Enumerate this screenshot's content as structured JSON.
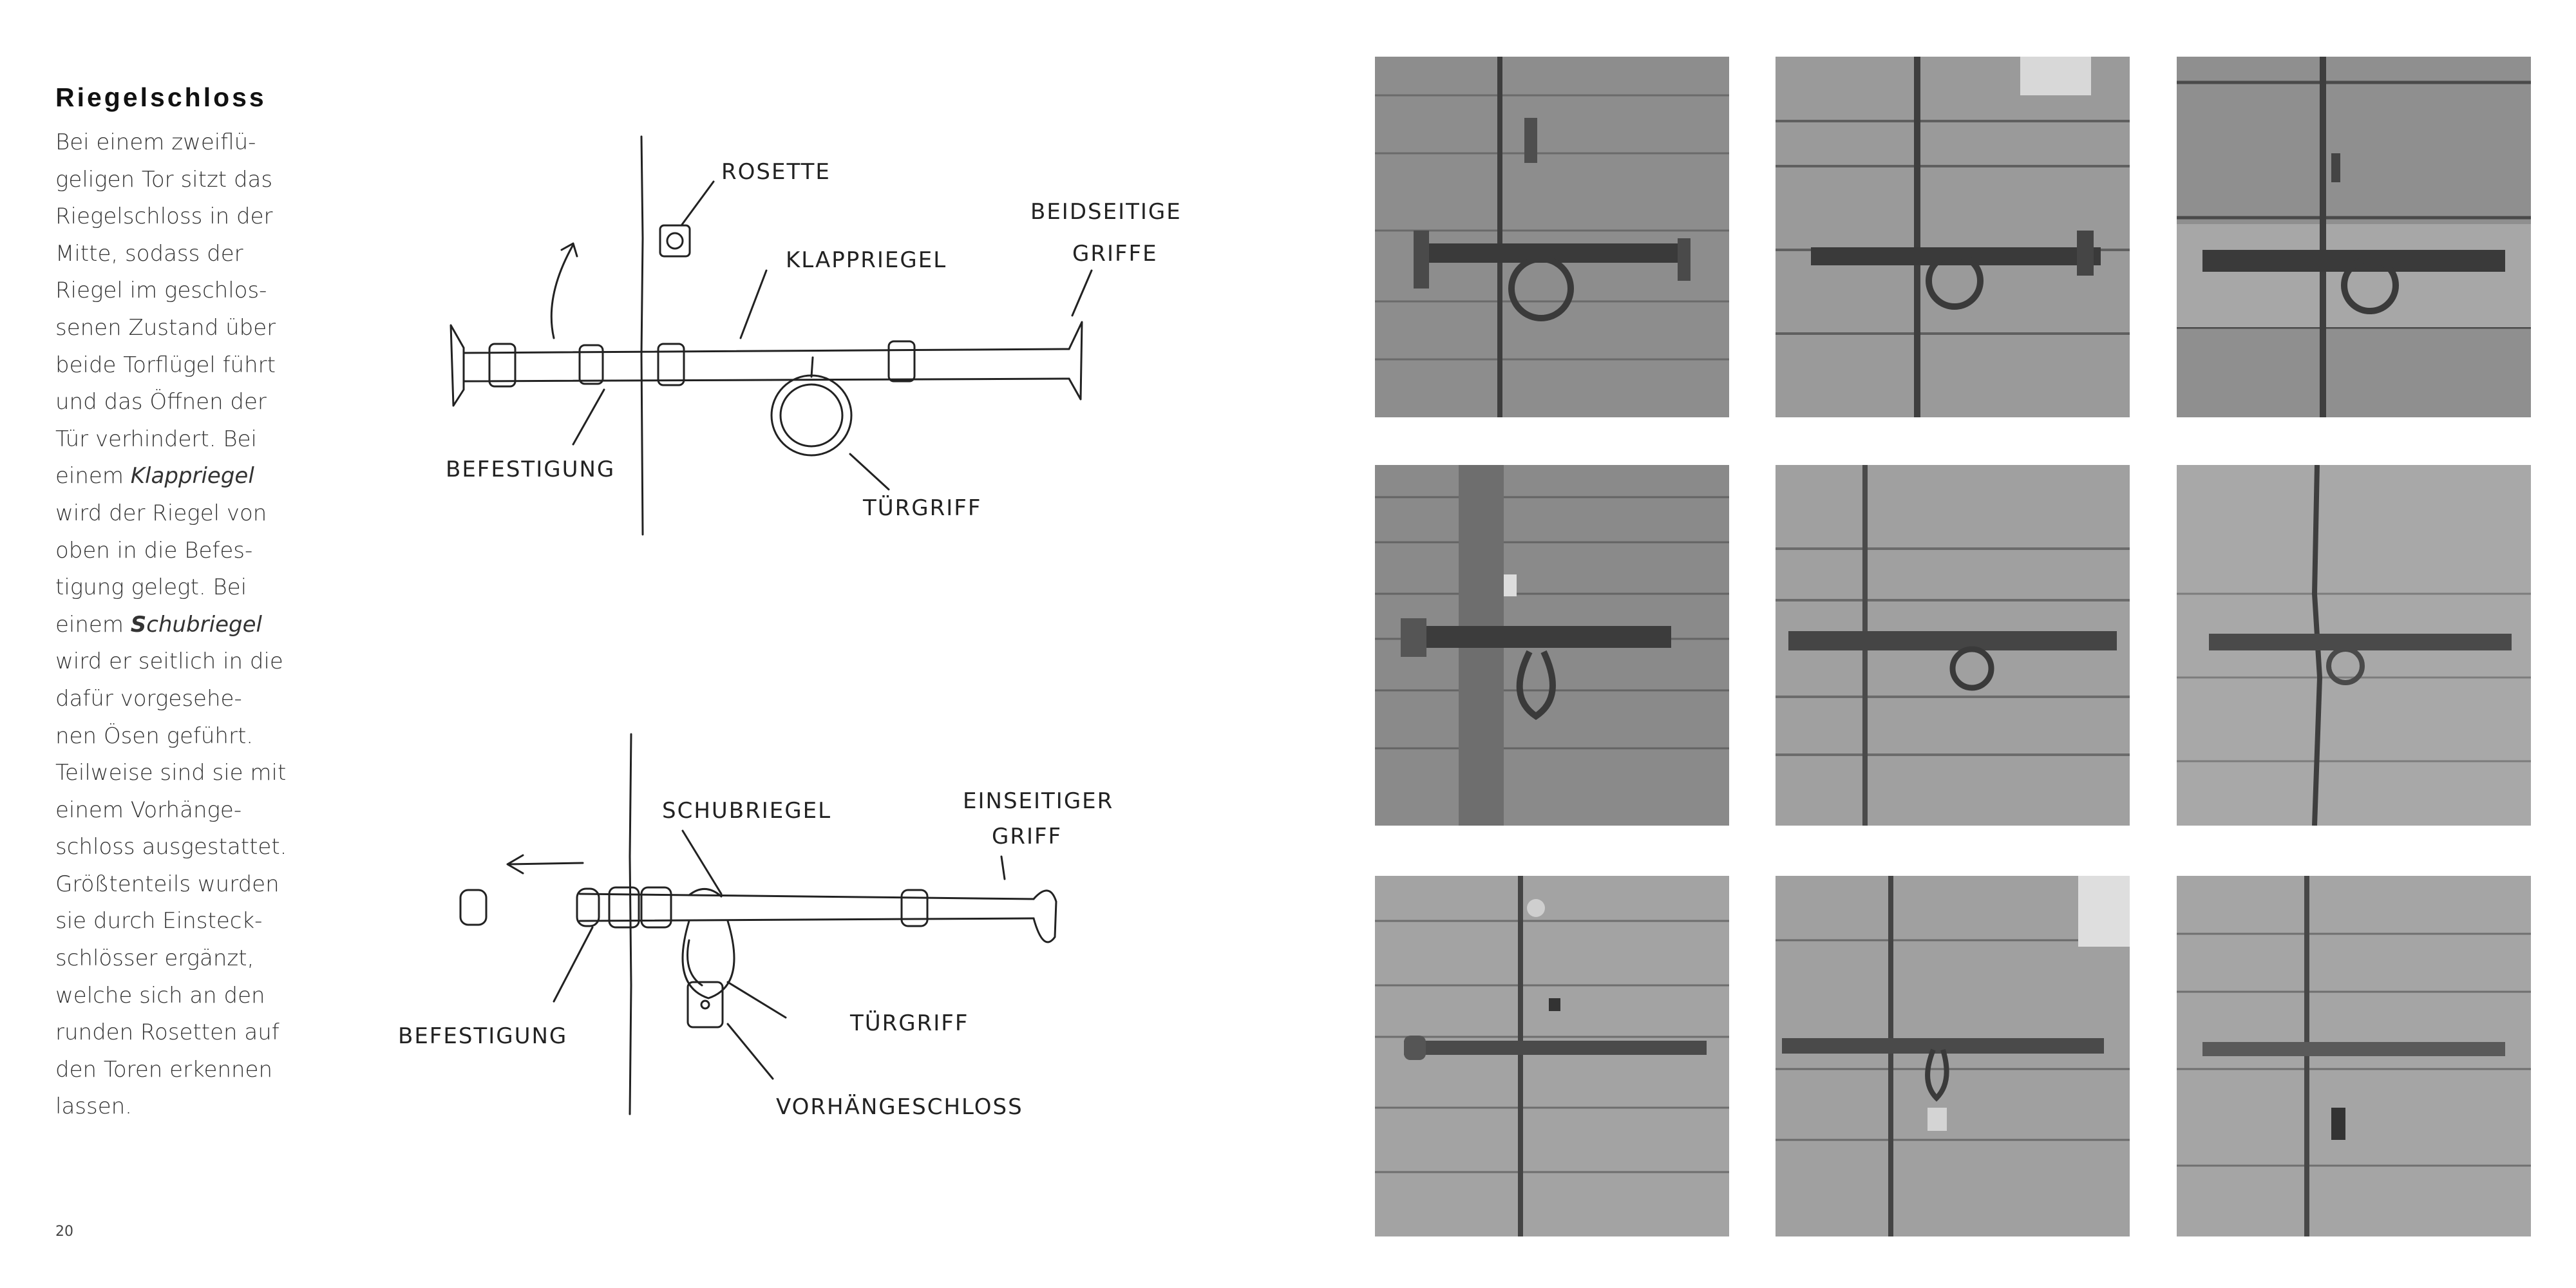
{
  "section": {
    "title": "Riegelschloss",
    "lines": [
      {
        "parts": [
          {
            "t": "Bei einem zweiflü-"
          }
        ]
      },
      {
        "parts": [
          {
            "t": "geligen Tor sitzt das"
          }
        ]
      },
      {
        "parts": [
          {
            "t": "Riegelschloss in der"
          }
        ]
      },
      {
        "parts": [
          {
            "t": "Mitte, sodass der"
          }
        ]
      },
      {
        "parts": [
          {
            "t": "Riegel im geschlos-"
          }
        ]
      },
      {
        "parts": [
          {
            "t": "senen Zustand über"
          }
        ]
      },
      {
        "parts": [
          {
            "t": "beide Torflügel führt"
          }
        ]
      },
      {
        "parts": [
          {
            "t": "und das Öffnen der"
          }
        ]
      },
      {
        "parts": [
          {
            "t": "Tür verhindert. Bei"
          }
        ]
      },
      {
        "parts": [
          {
            "t": "einem "
          },
          {
            "t": "Klappriegel",
            "s": "em"
          }
        ]
      },
      {
        "parts": [
          {
            "t": "wird der Riegel von"
          }
        ]
      },
      {
        "parts": [
          {
            "t": "oben in die Befes-"
          }
        ]
      },
      {
        "parts": [
          {
            "t": "tigung gelegt. Bei"
          }
        ]
      },
      {
        "parts": [
          {
            "t": "einem "
          },
          {
            "t": "S",
            "s": "drop"
          },
          {
            "t": "chubriegel",
            "s": "em"
          }
        ]
      },
      {
        "parts": [
          {
            "t": "wird er seitlich in die"
          }
        ]
      },
      {
        "parts": [
          {
            "t": "dafür vorgesehe-"
          }
        ]
      },
      {
        "parts": [
          {
            "t": "nen Ösen geführt."
          }
        ]
      },
      {
        "parts": [
          {
            "t": "Teilweise sind sie mit"
          }
        ]
      },
      {
        "parts": [
          {
            "t": "einem Vorhänge-"
          }
        ]
      },
      {
        "parts": [
          {
            "t": "schloss ausgestattet."
          }
        ]
      },
      {
        "parts": [
          {
            "t": "Größtenteils wurden"
          }
        ]
      },
      {
        "parts": [
          {
            "t": "sie durch Einsteck-"
          }
        ]
      },
      {
        "parts": [
          {
            "t": "schlösser ergänzt,"
          }
        ]
      },
      {
        "parts": [
          {
            "t": "welche sich an den"
          }
        ]
      },
      {
        "parts": [
          {
            "t": "runden Rosetten auf"
          }
        ]
      },
      {
        "parts": [
          {
            "t": "den Toren erkennen"
          }
        ]
      },
      {
        "parts": [
          {
            "t": "lassen."
          }
        ]
      }
    ]
  },
  "page_number": "20",
  "sketch_top": {
    "labels": {
      "rosette": "ROSETTE",
      "klappriegel": "KLAPPRIEGEL",
      "beidseitige": "BEIDSEITIGE",
      "griffe": "GRIFFE",
      "befestigung": "BEFESTIGUNG",
      "tuergriff": "TÜRGRIFF"
    }
  },
  "sketch_bottom": {
    "labels": {
      "schubriegel": "SCHUBRIEGEL",
      "einseitiger": "EINSEITIGER",
      "griff": "GRIFF",
      "befestigung": "BEFESTIGUNG",
      "tuergriff": "TÜRGRIFF",
      "vorhaengeschloss": "VORHÄNGESCHLOSS"
    }
  },
  "photos": {
    "colors": {
      "wood_dark": "#5c5c5c",
      "wood_mid": "#8d8d8d",
      "wood_light": "#b3b3b3",
      "iron": "#3a3a3a"
    }
  }
}
